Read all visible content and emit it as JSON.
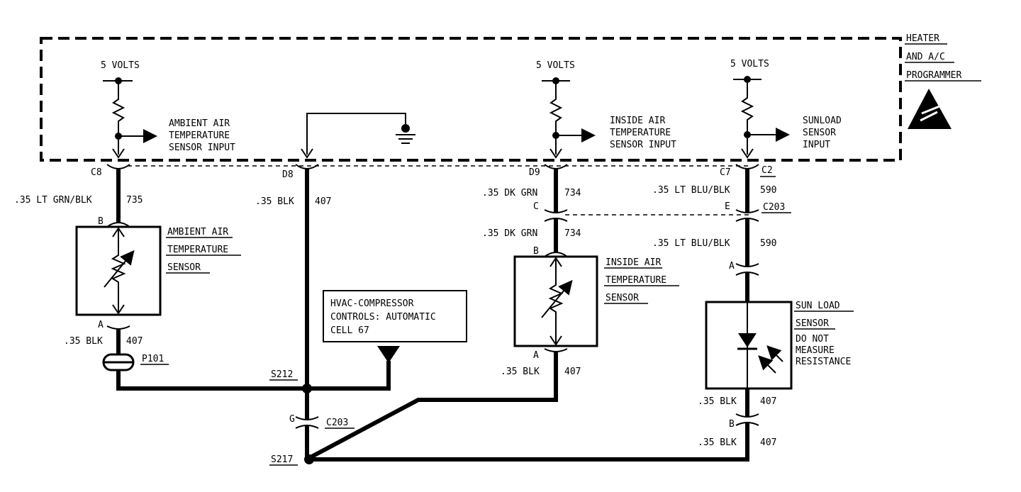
{
  "programmer": {
    "label_line1": "HEATER",
    "label_line2": "AND A/C",
    "label_line3": "PROGRAMMER"
  },
  "supplies": {
    "ambient": "5 VOLTS",
    "inside": "5 VOLTS",
    "sunload": "5 VOLTS"
  },
  "inputs": {
    "ambient_l1": "AMBIENT AIR",
    "ambient_l2": "TEMPERATURE",
    "ambient_l3": "SENSOR INPUT",
    "inside_l1": "INSIDE AIR",
    "inside_l2": "TEMPERATURE",
    "inside_l3": "SENSOR INPUT",
    "sun_l1": "SUNLOAD",
    "sun_l2": "SENSOR",
    "sun_l3": "INPUT"
  },
  "pins": {
    "c8": "C8",
    "d8": "D8",
    "d9": "D9",
    "c7": "C7",
    "c2": "C2",
    "c": "C",
    "e": "E",
    "c203_top": "C203",
    "b_amb": "B",
    "a_amb": "A",
    "b_ins": "B",
    "a_ins": "A",
    "a_sun": "A",
    "b_sun": "B",
    "g": "G",
    "c203_bottom": "C203"
  },
  "wires": {
    "w1_gauge": ".35 LT GRN/BLK",
    "w1_circuit": "735",
    "w2_gauge": ".35 BLK",
    "w2_circuit": "407",
    "w3_gauge": ".35 DK GRN",
    "w3_circuit": "734",
    "w4_gauge": ".35 DK GRN",
    "w4_circuit": "734",
    "w5_gauge": ".35 LT BLU/BLK",
    "w5_circuit": "590",
    "w6_gauge": ".35 LT BLU/BLK",
    "w6_circuit": "590",
    "w7_gauge": ".35 BLK",
    "w7_circuit": "407",
    "w8_gauge": ".35 BLK",
    "w8_circuit": "407",
    "w9_gauge": ".35 BLK",
    "w9_circuit": "407",
    "w10_gauge": ".35 BLK",
    "w10_circuit": "407"
  },
  "components": {
    "ambient_l1": "AMBIENT AIR",
    "ambient_l2": "TEMPERATURE",
    "ambient_l3": "SENSOR",
    "inside_l1": "INSIDE AIR",
    "inside_l2": "TEMPERATURE",
    "inside_l3": "SENSOR",
    "sun_l1": "SUN LOAD",
    "sun_l2": "SENSOR",
    "sun_note1": "DO NOT",
    "sun_note2": "MEASURE",
    "sun_note3": "RESISTANCE",
    "p101": "P101"
  },
  "splices": {
    "s212": "S212",
    "s217": "S217"
  },
  "reference": {
    "line1": "HVAC-COMPRESSOR",
    "line2": "CONTROLS:  AUTOMATIC",
    "line3": "CELL 67"
  }
}
